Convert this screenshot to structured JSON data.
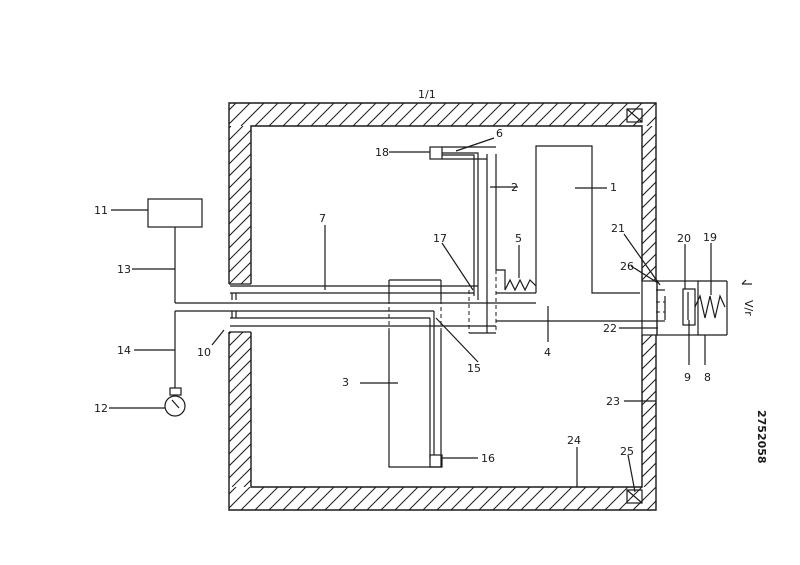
{
  "sheet": {
    "page_label": "1/1",
    "document_number": "2752058"
  },
  "symbols": {
    "arrow_label": "V/r"
  },
  "reference_numerals": {
    "n1": "1",
    "n2": "2",
    "n3": "3",
    "n4": "4",
    "n5": "5",
    "n6": "6",
    "n7": "7",
    "n8": "8",
    "n9": "9",
    "n10": "10",
    "n11": "11",
    "n12": "12",
    "n13": "13",
    "n14": "14",
    "n15": "15",
    "n16": "16",
    "n17": "17",
    "n18": "18",
    "n19": "19",
    "n20": "20",
    "n21": "21",
    "n22": "22",
    "n23": "23",
    "n24": "24",
    "n25": "25",
    "n26": "26"
  },
  "colors": {
    "ink": "#1a1a1a",
    "paper": "#ffffff"
  }
}
